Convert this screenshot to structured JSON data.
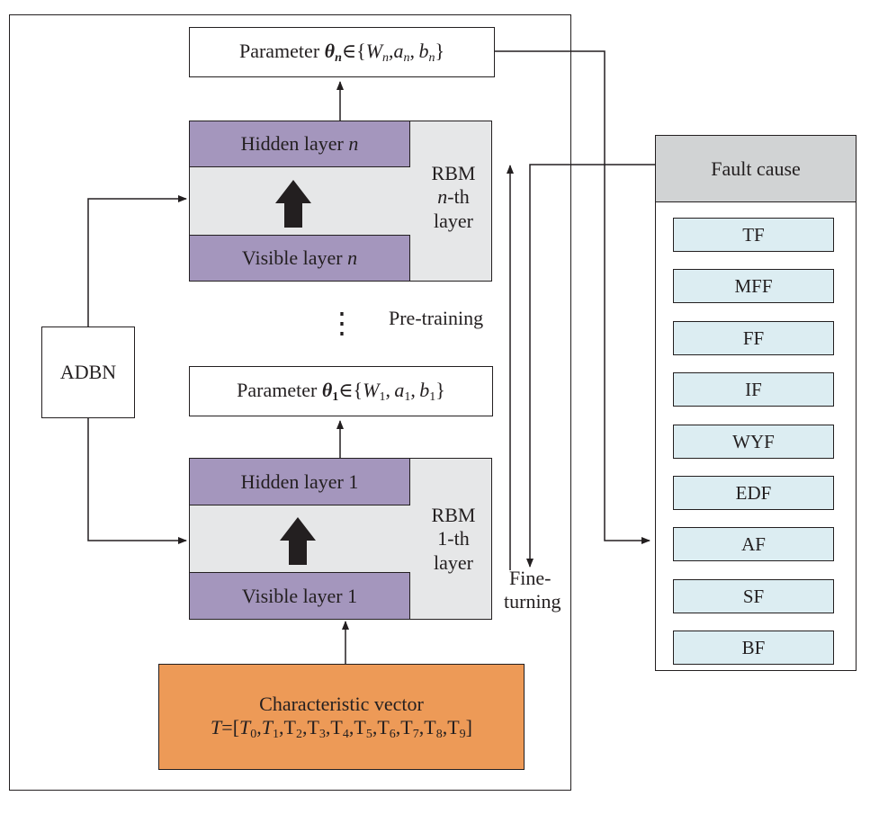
{
  "adbn_label": "ADBN",
  "param_n": {
    "prefix": "Parameter ",
    "theta": "θ",
    "sub": "n",
    "rest": "∈{",
    "w": "W",
    "w_sub": "n",
    "a": "a",
    "a_sub": "n",
    "b": "b",
    "b_sub": "n",
    "close": "}"
  },
  "param_1": {
    "prefix": "Parameter ",
    "theta": "θ",
    "sub": "1",
    "rest": "∈{",
    "w": "W",
    "w_sub": "1",
    "a": "a",
    "a_sub": "1",
    "b": "b",
    "b_sub": "1",
    "close": "}"
  },
  "rbm_n": {
    "hidden_text": "Hidden layer ",
    "hidden_var": "n",
    "visible_text": "Visible layer ",
    "visible_var": "n",
    "label_line1": "RBM",
    "label_var": "n",
    "label_suffix": "-th",
    "label_line3": "layer"
  },
  "rbm_1": {
    "hidden_text": "Hidden layer 1",
    "visible_text": "Visible layer 1",
    "label_line1": "RBM",
    "label_line2": "1-th",
    "label_line3": "layer"
  },
  "ellipsis": "⋮",
  "pretraining_label": "Pre-training",
  "finetuning_line1": "Fine-",
  "finetuning_line2": "turning",
  "char_vector": {
    "line1": "Characteristic vector",
    "T": "T",
    "eq": "=[",
    "items": [
      {
        "b": "T",
        "s": "0",
        "italic": true
      },
      {
        "b": "T",
        "s": "1",
        "italic": true
      },
      {
        "b": "T",
        "s": "2",
        "italic": false
      },
      {
        "b": "T",
        "s": "3",
        "italic": false
      },
      {
        "b": "T",
        "s": "4",
        "italic": false
      },
      {
        "b": "T",
        "s": "5",
        "italic": false
      },
      {
        "b": "T",
        "s": "6",
        "italic": false
      },
      {
        "b": "T",
        "s": "7",
        "italic": false
      },
      {
        "b": "T",
        "s": "8",
        "italic": false
      },
      {
        "b": "T",
        "s": "9",
        "italic": false
      }
    ],
    "close": "]",
    "color": "#ed9a57"
  },
  "fault": {
    "title": "Fault cause",
    "items": [
      "TF",
      "MFF",
      "FF",
      "IF",
      "WYF",
      "EDF",
      "AF",
      "SF",
      "BF"
    ]
  }
}
